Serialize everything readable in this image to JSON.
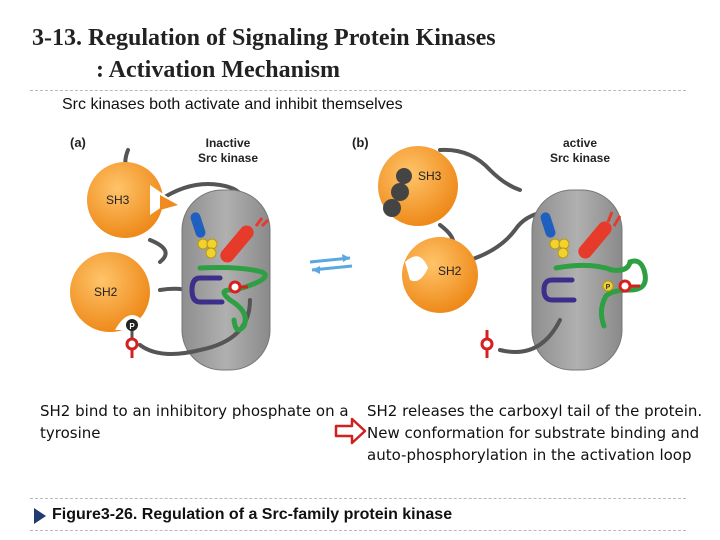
{
  "title": {
    "line1": "3-13. Regulation of Signaling Protein Kinases",
    "line2": ": Activation Mechanism"
  },
  "subtitle": "Src kinases both activate and inhibit themselves",
  "panel_a": {
    "label": "(a)",
    "state_line1": "Inactive",
    "state_line2": "Src kinase",
    "sh3": "SH3",
    "sh2": "SH2",
    "phos": "P"
  },
  "panel_b": {
    "label": "(b)",
    "state_line1": "active",
    "state_line2": "Src kinase",
    "sh3": "SH3",
    "sh2": "SH2",
    "phos": "P"
  },
  "caption_left": {
    "bold": "SH2",
    "rest": " bind to an inhibitory phosphate on a tyrosine"
  },
  "caption_right": "SH2 releases the carboxyl tail of the protein. New conformation for substrate binding and auto-phosphorylation in the activation loop",
  "figure_caption": "Figure3-26. Regulation of a Src-family protein kinase",
  "colors": {
    "domain_orange": "#f39a2b",
    "kinase_gray": "#9a9a9a",
    "helix_red": "#e63a2a",
    "loop_green": "#2ea043",
    "hinge_purple": "#3c2f8c",
    "tyrosine_red": "#d62020",
    "phosphate_yellow": "#f2d22e",
    "equilibrium_blue": "#5aa8e0",
    "arrow_red": "#d02020"
  }
}
